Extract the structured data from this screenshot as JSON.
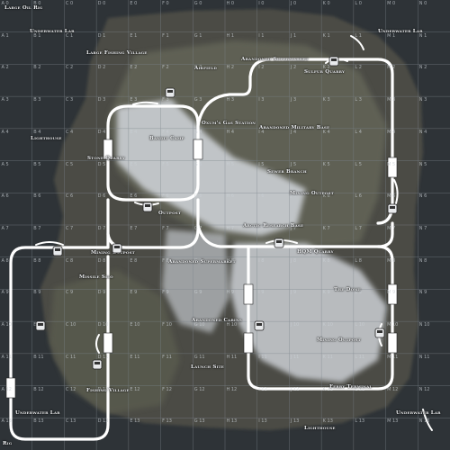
{
  "map": {
    "columns": [
      "A",
      "B",
      "C",
      "D",
      "E",
      "F",
      "G",
      "H",
      "I",
      "J",
      "K",
      "L",
      "M",
      "N"
    ],
    "rows": [
      0,
      1,
      2,
      3,
      4,
      5,
      6,
      7,
      8,
      9,
      10,
      11,
      12,
      13
    ],
    "colors": {
      "ocean": "#2e3337",
      "grid": "#7c848c",
      "land_dark": "#4b4c44",
      "land_mid": "#65665a",
      "snow": "#c8ccd0",
      "rail": "#ffffff"
    },
    "locations": {
      "large_oil_rig": "Large Oil Rig",
      "underwater_lab_nw": "Underwater Lab",
      "underwater_lab_ne": "Underwater Lab",
      "large_fishing_village": "Large Fishing Village",
      "abandoned_supermarket_n": "Abandoned Supermarket",
      "airfield": "Airfield",
      "sulfur_quarry": "Sulfur Quarry",
      "lighthouse_w": "Lighthouse",
      "oxums_gas_station": "Oxum's Gas Station",
      "abandoned_military_base": "Abandoned Military Base",
      "bandit_camp": "Bandit Camp",
      "stone_quarry": "Stone Quarry",
      "sewer_branch": "Sewer Branch",
      "mining_outpost_ne": "Mining Outpost",
      "outpost": "Outpost",
      "arctic_research_base": "Arctic Research Base",
      "mining_outpost_w": "Mining Outpost",
      "hqm_quarry": "HQM Quarry",
      "abandoned_supermarket_c": "Abandoned Supermarket",
      "missile_silo": "Missile Silo",
      "the_dome": "The Dome",
      "abandoned_cabins": "Abandoned Cabins",
      "mining_outpost_se": "Mining Outpost",
      "launch_site": "Launch Site",
      "fishing_village": "Fishing Village",
      "ferry_terminal": "Ferry Terminal",
      "underwater_lab_sw": "Underwater Lab",
      "underwater_lab_se": "Underwater Lab",
      "lighthouse_s": "Lighthouse",
      "rig": "Rig"
    },
    "icons": [
      "train-station-icon",
      "train-station-icon",
      "train-station-icon",
      "train-station-icon",
      "train-station-icon",
      "train-station-icon",
      "train-station-icon",
      "train-station-icon",
      "train-station-icon",
      "train-station-icon",
      "train-station-icon"
    ]
  }
}
